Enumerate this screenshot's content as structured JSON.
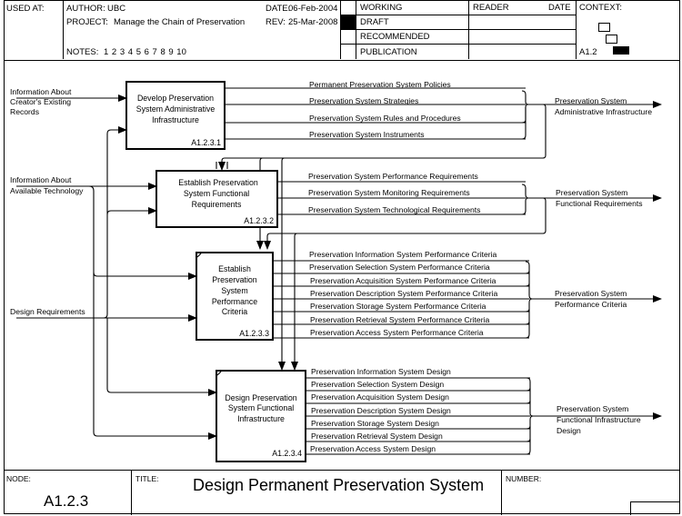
{
  "header": {
    "used_at_label": "USED AT:",
    "author_label": "AUTHOR:",
    "author": "UBC",
    "project_label": "PROJECT:",
    "project": "Manage the Chain of Preservation",
    "notes_label": "NOTES:",
    "notes": "1  2  3  4  5  6  7  8  9  10",
    "date_label": "DATE:",
    "date": "06-Feb-2004",
    "rev_label": "REV:",
    "rev": "25-Mar-2008",
    "status_rows": [
      {
        "label": "WORKING",
        "selected": false
      },
      {
        "label": "DRAFT",
        "selected": true
      },
      {
        "label": "RECOMMENDED",
        "selected": false
      },
      {
        "label": "PUBLICATION",
        "selected": false
      }
    ],
    "reader_label": "READER",
    "reader_date_label": "DATE",
    "context_label": "CONTEXT:",
    "context_node": "A1.2"
  },
  "diagram": {
    "boxes": [
      {
        "id": "A1.2.3.1",
        "lines": [
          "Develop Preservation",
          "System Administrative",
          "Infrastructure"
        ]
      },
      {
        "id": "A1.2.3.2",
        "lines": [
          "Establish Preservation",
          "System Functional",
          "Requirements"
        ]
      },
      {
        "id": "A1.2.3.3",
        "lines": [
          "Establish",
          "Preservation",
          "System",
          "Performance",
          "Criteria"
        ]
      },
      {
        "id": "A1.2.3.4",
        "lines": [
          "Design Preservation",
          "System Functional",
          "Infrastructure"
        ]
      }
    ],
    "inputs": [
      {
        "lines": [
          "Information About",
          "Creator's Existing",
          "Records"
        ]
      },
      {
        "lines": [
          "Information About",
          "Available Technology"
        ]
      },
      {
        "lines": [
          "Design Requirements"
        ]
      }
    ],
    "box1_outputs": [
      "Permanent Preservation System Policies",
      "Preservation System Strategies",
      "Preservation System Rules and Procedures",
      "Preservation System Instruments"
    ],
    "box2_outputs": [
      "Preservation System Performance Requirements",
      "Preservation System Monitoring Requirements",
      "Preservation System Technological Requirements"
    ],
    "box3_outputs": [
      "Preservation Information System Performance Criteria",
      "Preservation Selection System Performance Criteria",
      "Preservation Acquisition System Performance Criteria",
      "Preservation Description System Performance Criteria",
      "Preservation Storage System Performance Criteria",
      "Preservation Retrieval System Performance Criteria",
      "Preservation Access System Performance Criteria"
    ],
    "box4_outputs": [
      "Preservation Information System Design",
      "Preservation Selection System Design",
      "Preservation Acquisition System Design",
      "Preservation Description System Design",
      "Preservation Storage System Design",
      "Preservation Retrieval System Design",
      "Preservation Access System Design"
    ],
    "outputs": [
      {
        "lines": [
          "Preservation System",
          "Administrative Infrastructure"
        ]
      },
      {
        "lines": [
          "Preservation System",
          "Functional Requirements"
        ]
      },
      {
        "lines": [
          "Preservation System",
          "Performance Criteria"
        ]
      },
      {
        "lines": [
          "Preservation System",
          "Functional Infrastructure",
          "Design"
        ]
      }
    ]
  },
  "footer": {
    "node_label": "NODE:",
    "node": "A1.2.3",
    "title_label": "TITLE:",
    "title": "Design Permanent Preservation System",
    "number_label": "NUMBER:"
  }
}
